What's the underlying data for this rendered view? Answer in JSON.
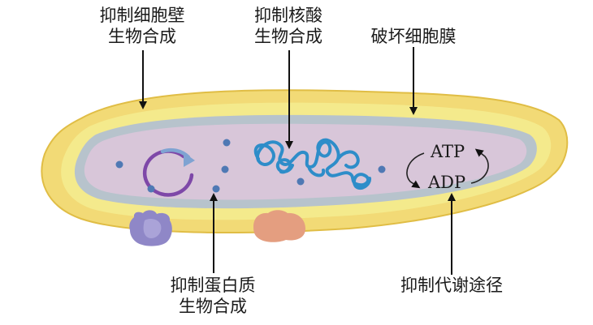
{
  "labels": {
    "cell_wall": [
      "抑制细胞壁",
      "生物合成"
    ],
    "nucleic_acid": [
      "抑制核酸",
      "生物合成"
    ],
    "membrane": "破坏细胞膜",
    "protein": [
      "抑制蛋白质",
      "生物合成"
    ],
    "metabolism": "抑制代谢途径"
  },
  "cycle": {
    "top": "ATP",
    "bottom": "ADP"
  },
  "colors": {
    "outer_wall": "#f2da76",
    "wall_stroke": "#e0bd45",
    "membrane_yellow": "#f4ea8c",
    "membrane_blue": "#b7c3cc",
    "cytoplasm": "#d8c6d9",
    "ribosome": "#4f79b4",
    "dna": "#2e8dc9",
    "plasmid": "#7e48a8",
    "plasmid_arrow": "#7fa3d2",
    "porin_protein": "#8f87c7",
    "surface_protein": "#e49e80"
  }
}
